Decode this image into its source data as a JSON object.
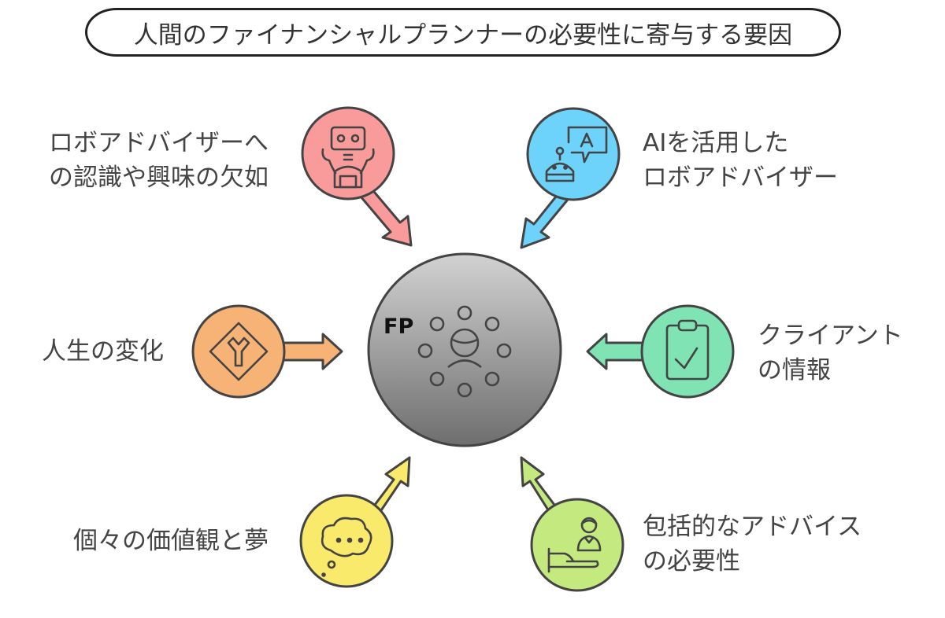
{
  "title": "人間のファイナンシャルプランナーの必要性に寄与する要因",
  "center": {
    "label": "FP",
    "icon": "network-person-icon",
    "color_top": "#d2d2d2",
    "color_bottom": "#6e6e6e"
  },
  "factors": [
    {
      "id": "robo-awareness",
      "line1": "ロボアドバイザーへ",
      "line2": "の認識や興味の欠如",
      "icon": "robot-icon",
      "color": "#f99b9b",
      "position": "top-left"
    },
    {
      "id": "ai-robo",
      "line1": "AIを活用した",
      "line2": "ロボアドバイザー",
      "icon": "robot-chat-icon",
      "color": "#6dd3fb",
      "position": "top-right"
    },
    {
      "id": "life-change",
      "line1": "人生の変化",
      "line2": "",
      "icon": "road-fork-sign-icon",
      "color": "#f7b275",
      "position": "left"
    },
    {
      "id": "client-info",
      "line1": "クライアント",
      "line2": "の情報",
      "icon": "clipboard-check-icon",
      "color": "#7fe3b4",
      "position": "right"
    },
    {
      "id": "values-dreams",
      "line1": "個々の価値観と夢",
      "line2": "",
      "icon": "thought-cloud-icon",
      "color": "#f9ea6b",
      "position": "bottom-left"
    },
    {
      "id": "comprehensive-advice",
      "line1": "包括的なアドバイス",
      "line2": "の必要性",
      "icon": "advisor-hand-icon",
      "color": "#c4e97f",
      "position": "bottom-right"
    }
  ]
}
